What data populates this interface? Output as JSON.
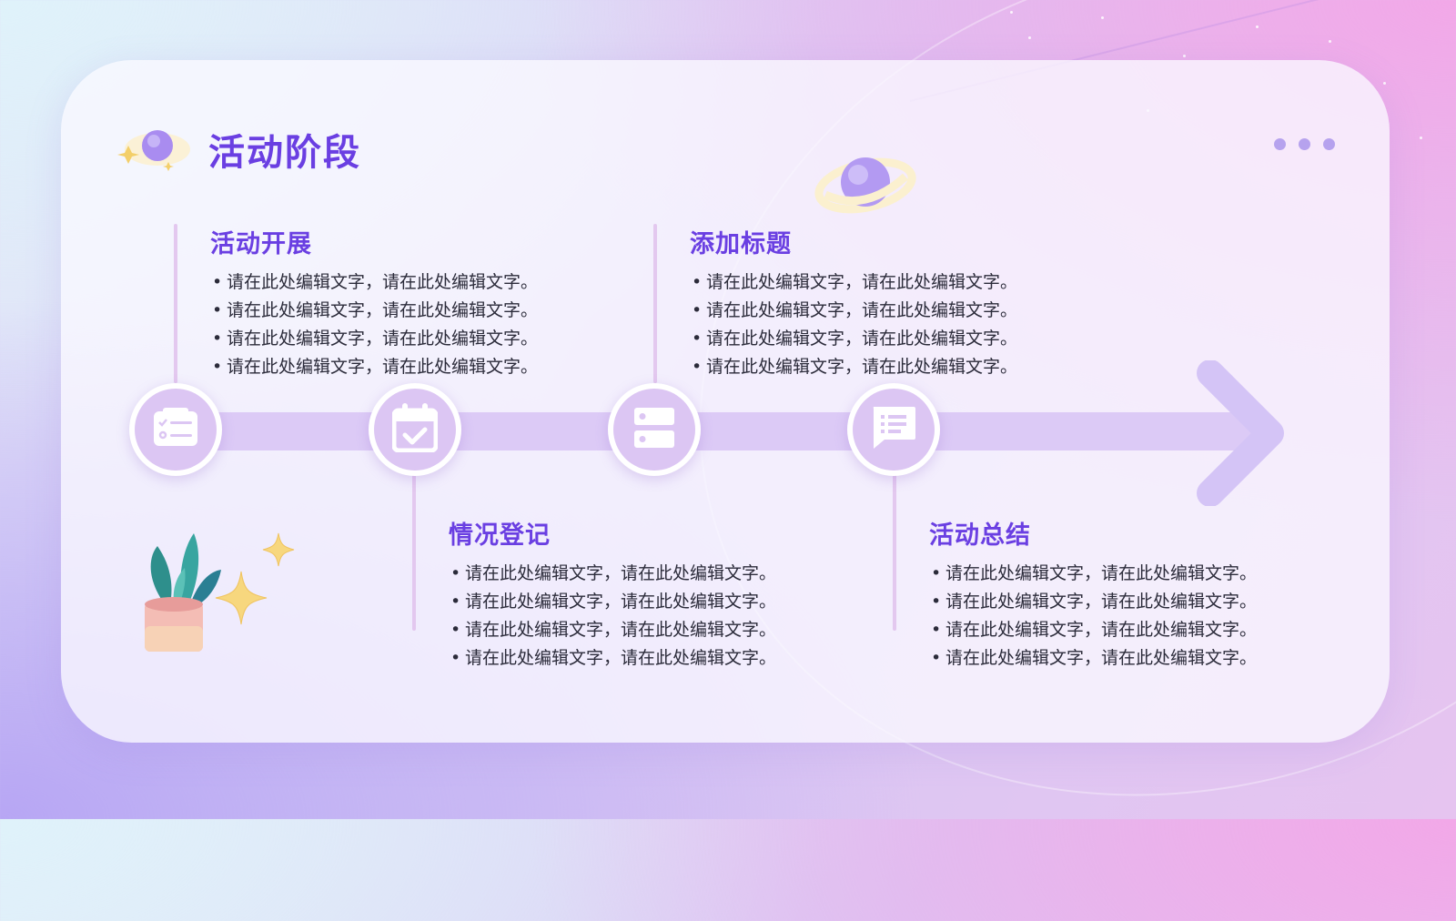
{
  "page": {
    "title": "活动阶段"
  },
  "colors": {
    "accent": "#6a3fe2",
    "track": "#dccaf6",
    "node_fill": "#dcc6f3",
    "connector": "#e3c8ef",
    "body_text": "#2b2b3a"
  },
  "stages": [
    {
      "title": "活动开展",
      "icon": "checklist-icon",
      "items": [
        "请在此处编辑文字，请在此处编辑文字。",
        "请在此处编辑文字，请在此处编辑文字。",
        "请在此处编辑文字，请在此处编辑文字。",
        "请在此处编辑文字，请在此处编辑文字。"
      ]
    },
    {
      "title": "情况登记",
      "icon": "calendar-check-icon",
      "items": [
        "请在此处编辑文字，请在此处编辑文字。",
        "请在此处编辑文字，请在此处编辑文字。",
        "请在此处编辑文字，请在此处编辑文字。",
        "请在此处编辑文字，请在此处编辑文字。"
      ]
    },
    {
      "title": "添加标题",
      "icon": "server-list-icon",
      "items": [
        "请在此处编辑文字，请在此处编辑文字。",
        "请在此处编辑文字，请在此处编辑文字。",
        "请在此处编辑文字，请在此处编辑文字。",
        "请在此处编辑文字，请在此处编辑文字。"
      ]
    },
    {
      "title": "活动总结",
      "icon": "chat-list-icon",
      "items": [
        "请在此处编辑文字，请在此处编辑文字。",
        "请在此处编辑文字，请在此处编辑文字。",
        "请在此处编辑文字，请在此处编辑文字。",
        "请在此处编辑文字，请在此处编辑文字。"
      ]
    }
  ]
}
